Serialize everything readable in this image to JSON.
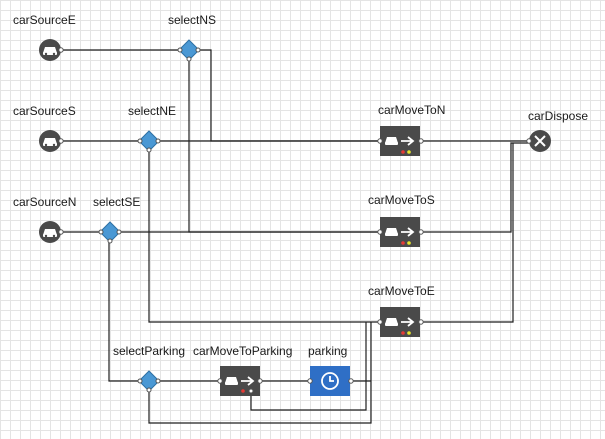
{
  "colors": {
    "source_fill": "#4a4a4a",
    "select_fill": "#4a98d4",
    "move_fill": "#4a4a4a",
    "delay_fill": "#2f6fc6",
    "dispose_fill": "#4a4a4a",
    "wire": "#1f1f1f",
    "grid": "#e4e4e4"
  },
  "blocks": [
    {
      "id": "carSourceE",
      "label": "carSourceE",
      "kind": "source",
      "icon": "car-icon"
    },
    {
      "id": "carSourceS",
      "label": "carSourceS",
      "kind": "source",
      "icon": "car-icon"
    },
    {
      "id": "carSourceN",
      "label": "carSourceN",
      "kind": "source",
      "icon": "car-icon"
    },
    {
      "id": "selectNS",
      "label": "selectNS",
      "kind": "select",
      "icon": "diamond-icon"
    },
    {
      "id": "selectNE",
      "label": "selectNE",
      "kind": "select",
      "icon": "diamond-icon"
    },
    {
      "id": "selectSE",
      "label": "selectSE",
      "kind": "select",
      "icon": "diamond-icon"
    },
    {
      "id": "selectParking",
      "label": "selectParking",
      "kind": "select",
      "icon": "diamond-icon"
    },
    {
      "id": "carMoveToN",
      "label": "carMoveToN",
      "kind": "move",
      "icon": "car-move-icon"
    },
    {
      "id": "carMoveToS",
      "label": "carMoveToS",
      "kind": "move",
      "icon": "car-move-icon"
    },
    {
      "id": "carMoveToE",
      "label": "carMoveToE",
      "kind": "move",
      "icon": "car-move-icon"
    },
    {
      "id": "carMoveToParking",
      "label": "carMoveToParking",
      "kind": "move",
      "icon": "car-move-icon"
    },
    {
      "id": "parking",
      "label": "parking",
      "kind": "delay",
      "icon": "clock-icon"
    },
    {
      "id": "carDispose",
      "label": "carDispose",
      "kind": "dispose",
      "icon": "close-icon"
    }
  ],
  "connections": [
    {
      "from": "carSourceE",
      "to": "selectNS"
    },
    {
      "from": "carSourceS",
      "to": "selectNE"
    },
    {
      "from": "carSourceN",
      "to": "selectSE"
    },
    {
      "from": "selectNS",
      "to": "carMoveToN"
    },
    {
      "from": "selectNS",
      "to": "carMoveToS"
    },
    {
      "from": "selectNE",
      "to": "carMoveToN"
    },
    {
      "from": "selectNE",
      "to": "carMoveToE"
    },
    {
      "from": "selectSE",
      "to": "carMoveToS"
    },
    {
      "from": "selectSE",
      "to": "selectParking"
    },
    {
      "from": "selectParking",
      "to": "carMoveToParking"
    },
    {
      "from": "selectParking",
      "to": "carMoveToE"
    },
    {
      "from": "carMoveToParking",
      "to": "parking"
    },
    {
      "from": "carMoveToParking",
      "to": "carMoveToE"
    },
    {
      "from": "parking",
      "to": "carMoveToE"
    },
    {
      "from": "carMoveToN",
      "to": "carDispose"
    },
    {
      "from": "carMoveToS",
      "to": "carDispose"
    },
    {
      "from": "carMoveToE",
      "to": "carDispose"
    }
  ]
}
